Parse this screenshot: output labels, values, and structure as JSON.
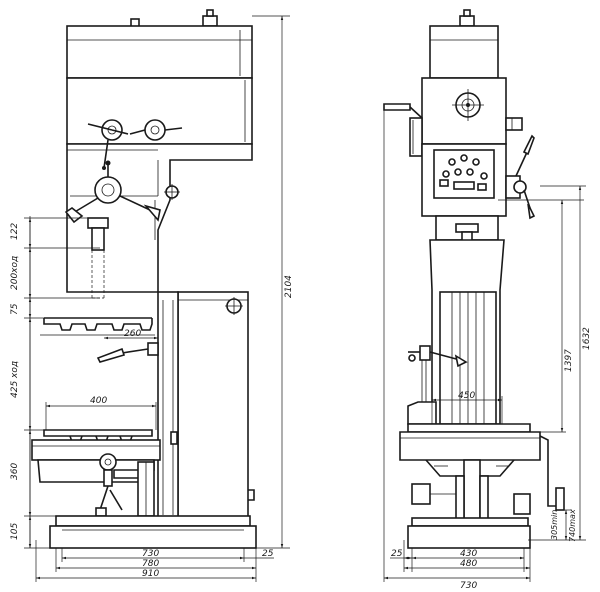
{
  "front_view": {
    "dims": {
      "d_122": "122",
      "d_200": "200ход",
      "d_75": "75",
      "d_425": "425 ход",
      "d_360": "360",
      "d_105": "105",
      "d_260": "260",
      "d_400": "400",
      "d_730": "730",
      "d_780": "780",
      "d_910": "910",
      "d_25": "25",
      "d_2104": "2104"
    }
  },
  "side_view": {
    "dims": {
      "d_450": "450",
      "d_1397": "1397",
      "d_1632": "1632",
      "d_305min": "305min",
      "d_740max": "740max",
      "d_25": "25",
      "d_430": "430",
      "d_480": "480",
      "d_730": "730"
    }
  }
}
